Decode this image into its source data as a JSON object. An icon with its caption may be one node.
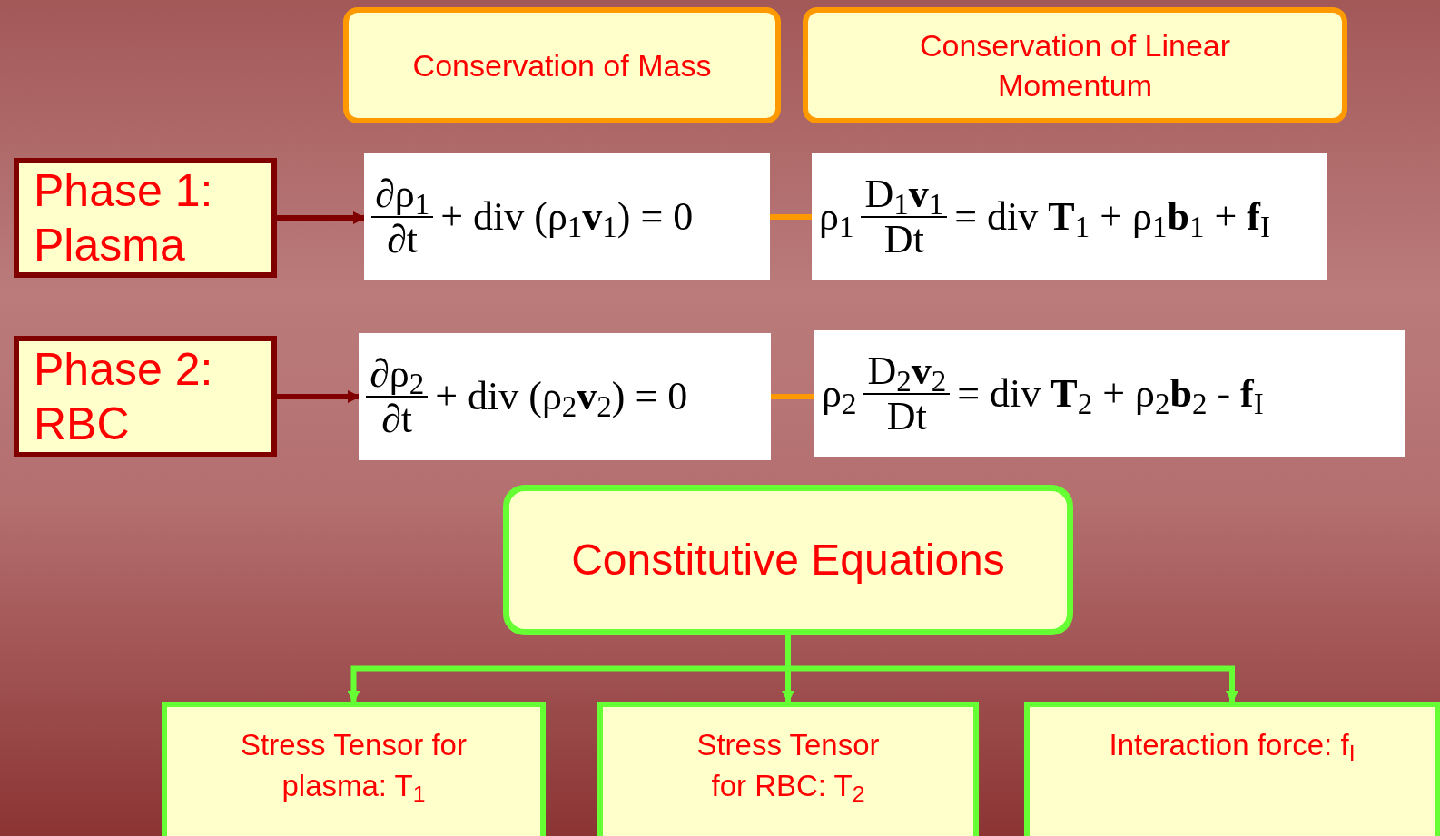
{
  "diagram": {
    "nodes": [
      {
        "text": [
          "Conservation of Mass"
        ]
      },
      {
        "text": [
          "Conservation of Linear Momentum"
        ]
      },
      {
        "text": [
          "Phase 1: Plasma"
        ]
      },
      {
        "text": [
          "∂ρ$_{1}$",
          "∂t",
          "+ div (ρ$_{1}$**v**$_{1}$) = 0"
        ]
      },
      {
        "text": [
          "ρ$_{1}$",
          "D$_{1}$**v**$_{1}$",
          "Dt",
          "= div **T**$_{1}$ + ρ$_{1}$**b**$_{1}$ + **f**$_{I}$"
        ]
      },
      {
        "text": [
          "Phase 2: RBC"
        ]
      },
      {
        "text": [
          "∂ρ$_{2}$",
          "∂t",
          "+ div (ρ$_{2}$**v**$_{2}$) = 0"
        ]
      },
      {
        "text": [
          "ρ$_{2}$",
          "D$_{2}$**v**$_{2}$",
          "Dt",
          "= div **T**$_{2}$ + ρ$_{2}$**b**$_{2}$ - **f**$_{I}$"
        ]
      },
      {
        "text": [
          "Constitutive Equations"
        ]
      },
      {
        "text": [
          "Stress Tensor for plasma: T$_{1}$"
        ]
      },
      {
        "text": [
          "Stress Tensor for RBC: T$_{2}$"
        ]
      },
      {
        "text": [
          "Interaction force: f$_{I}$"
        ]
      }
    ],
    "edges": [
      {
        "from": 2,
        "to": 3,
        "arrow": "to",
        "color": "#800000"
      },
      {
        "from": 3,
        "to": 4,
        "arrow": "none",
        "color": "#ff9900"
      },
      {
        "from": 5,
        "to": 6,
        "arrow": "to",
        "color": "#800000"
      },
      {
        "from": 6,
        "to": 7,
        "arrow": "none",
        "color": "#ff9900"
      },
      {
        "from": 8,
        "to": 9,
        "arrow": "to"
      },
      {
        "from": 8,
        "to": 10,
        "arrow": "to"
      },
      {
        "from": 8,
        "to": 11,
        "arrow": "to"
      }
    ]
  }
}
